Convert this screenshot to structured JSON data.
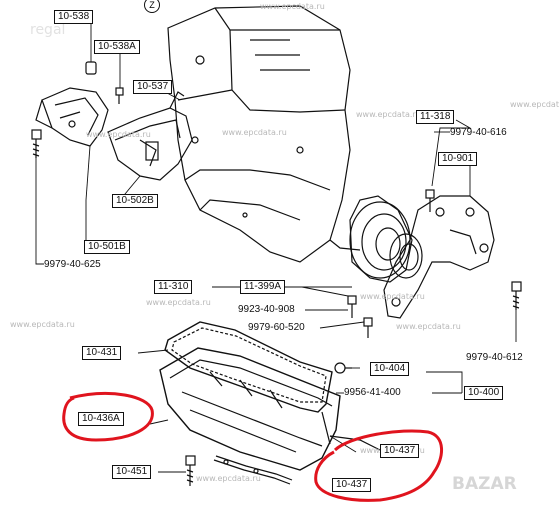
{
  "watermarks": {
    "brand_top": "regal",
    "brand_bottom": "BAZAR",
    "site": "www.epcdata.ru"
  },
  "view_marker": "Z",
  "labels": {
    "p10538": "10-538",
    "p10538a": "10-538A",
    "p10537": "10-537",
    "p10502b": "10-502B",
    "p10501b": "10-501B",
    "b9979_40_625": "9979-40-625",
    "p11318": "11-318",
    "b9979_40_616": "9979-40-616",
    "p10901": "10-901",
    "p11310": "11-310",
    "p11399a": "11-399A",
    "b9923_40_908": "9923-40-908",
    "b9979_60_520": "9979-60-520",
    "b9979_40_612": "9979-40-612",
    "p10431": "10-431",
    "p10404": "10-404",
    "b9956_41_400": "9956-41-400",
    "p10400": "10-400",
    "p10436a": "10-436A",
    "p10437_upper": "10-437",
    "p10451": "10-451",
    "p10437_lower": "10-437"
  },
  "highlight_color": "#e0141e",
  "line_color": "#111111"
}
